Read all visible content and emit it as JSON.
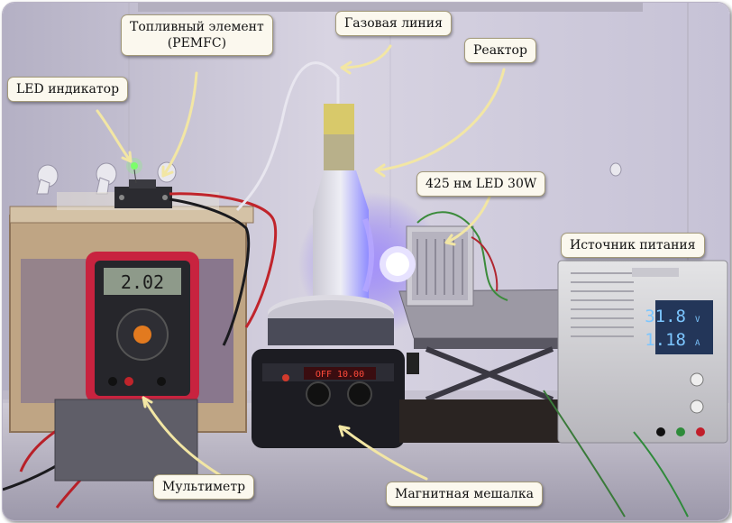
{
  "labels": {
    "fuel_cell_line1": "Топливный элемент",
    "fuel_cell_line2": "(PEMFC)",
    "gas_line": "Газовая линия",
    "reactor": "Реактор",
    "led_indicator": "LED индикатор",
    "led_lamp": "425 нм LED 30W",
    "power_supply": "Источник питания",
    "multimeter": "Мультиметр",
    "magnetic_stirrer": "Магнитная мешалка"
  },
  "power_supply_display": {
    "voltage": "31.8",
    "voltage_unit": "V",
    "current": "1.18",
    "current_unit": "A"
  },
  "multimeter_display": {
    "reading": "2.02"
  },
  "colors": {
    "callout_arrow": "#f2e6a4",
    "led_glow": "#7a5cff",
    "display_blue": "#4aa8ff"
  }
}
